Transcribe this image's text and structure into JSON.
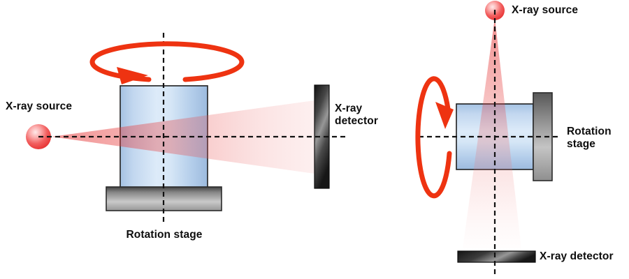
{
  "title": "X-ray CT scanning geometries diagram",
  "colors": {
    "background": "#ffffff",
    "arrow_red": "#ee3311",
    "beam_red": "#e63c3c",
    "source_sphere_core": "#ffe3e3",
    "source_sphere_rim": "#d82b2b",
    "sample_blue_light": "#ddebf9",
    "sample_blue_dark": "#a2c0e2",
    "stage_gray_light": "#c9c9c9",
    "stage_gray_dark": "#424242",
    "detector_dark": "#141414",
    "detector_sheen": "#979797",
    "axis_line": "#111111",
    "label_text": "#0d0d0d"
  },
  "left_diagram": {
    "name": "side-view geometry (vertical rotation axis)",
    "source_label": "X-ray source",
    "detector_label": "X-ray detector",
    "stage_label": "Rotation stage"
  },
  "right_diagram": {
    "name": "top-down geometry (horizontal rotation axis)",
    "source_label": "X-ray source",
    "detector_label": "X-ray detector",
    "stage_label": "Rotation stage"
  }
}
